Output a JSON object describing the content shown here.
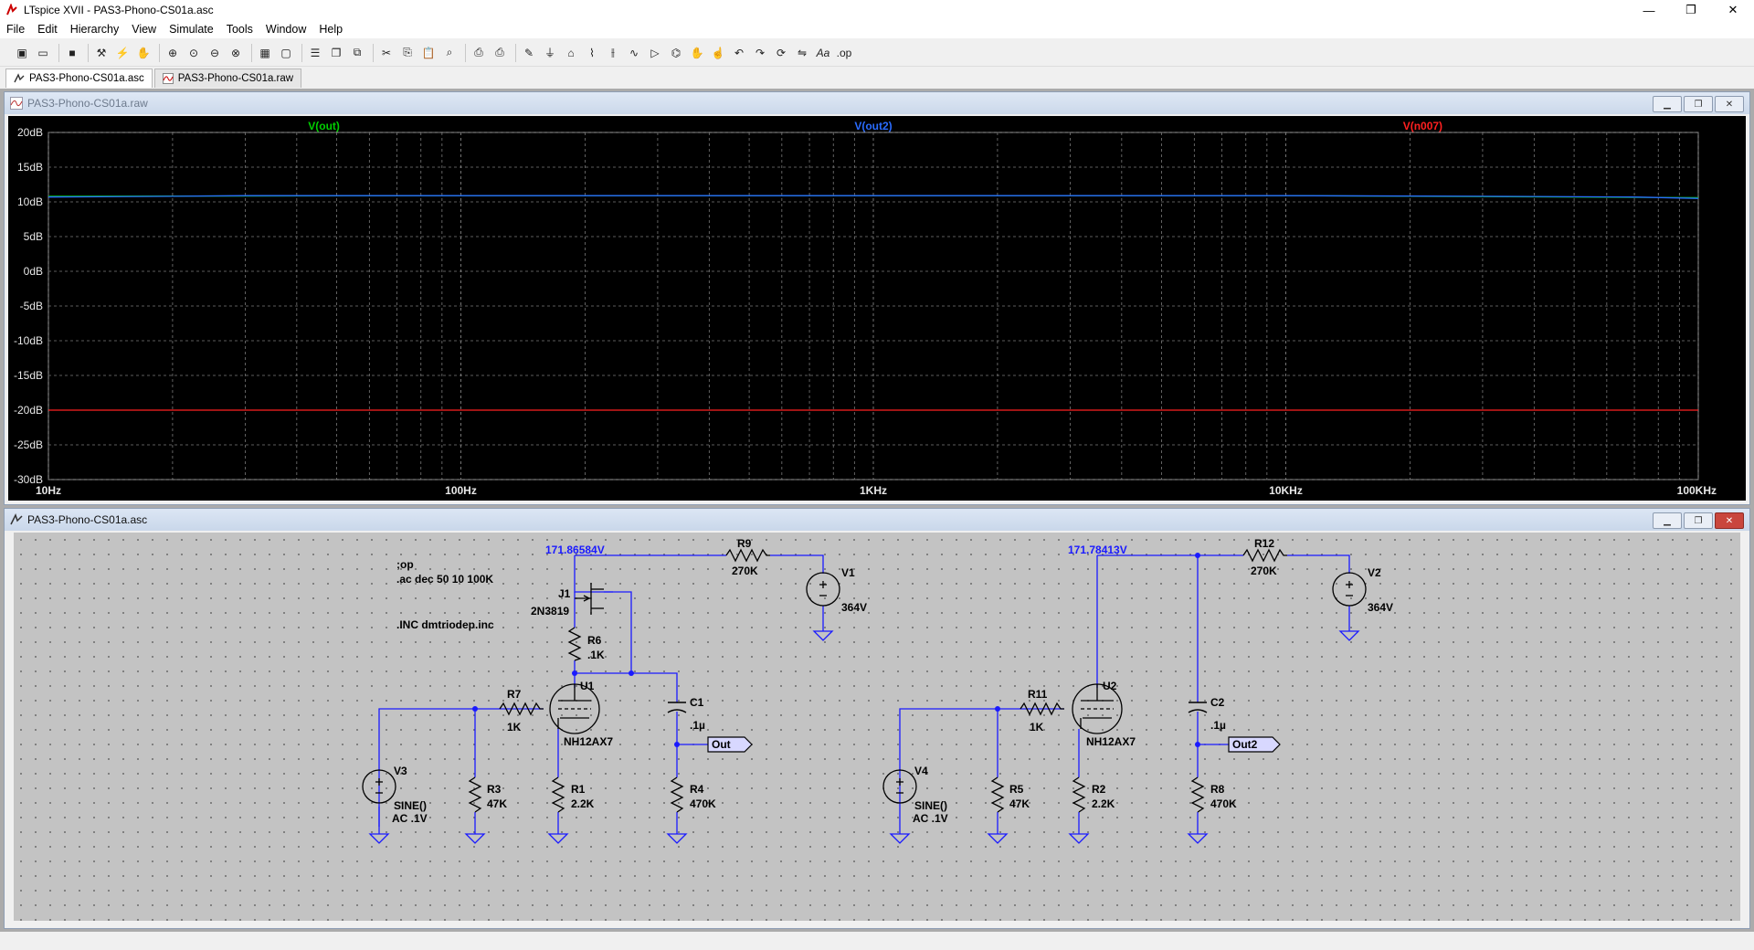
{
  "window": {
    "title": "LTspice XVII - PAS3-Phono-CS01a.asc",
    "controls": {
      "minimize": "—",
      "maximize": "❐",
      "close": "✕"
    }
  },
  "menu": [
    "File",
    "Edit",
    "Hierarchy",
    "View",
    "Simulate",
    "Tools",
    "Window",
    "Help"
  ],
  "toolbar": {
    "icons": [
      "new-schematic",
      "open",
      "save",
      "control-panel",
      "run",
      "halt",
      "zoom-in",
      "zoom-pan",
      "zoom-out",
      "zoom-fit",
      "autorange",
      "wire",
      "ground",
      "label",
      "component",
      "resistor",
      "capacitor",
      "inductor",
      "diode",
      "move",
      "drag",
      "undo",
      "redo",
      "rotate",
      "mirror",
      "text",
      "spice-directive"
    ]
  },
  "tabs": [
    {
      "label": "PAS3-Phono-CS01a.asc",
      "active": true
    },
    {
      "label": "PAS3-Phono-CS01a.raw",
      "active": false
    }
  ],
  "plot_window": {
    "title": "PAS3-Phono-CS01a.raw",
    "traces": [
      {
        "name": "V(out)",
        "color": "#00d000"
      },
      {
        "name": "V(out2)",
        "color": "#2a6cff"
      },
      {
        "name": "V(n007)",
        "color": "#ff2020"
      }
    ]
  },
  "schematic_window": {
    "title": "PAS3-Phono-CS01a.asc",
    "directives": [
      ";op",
      ".ac dec 50 10 100K",
      ".INC dmtriodep.inc"
    ],
    "node_voltages": [
      "171.86584V",
      "171.78413V"
    ],
    "components": {
      "R9": {
        "name": "R9",
        "value": "270K"
      },
      "V1": {
        "name": "V1",
        "value": "364V"
      },
      "J1": {
        "name": "J1",
        "value": "2N3819"
      },
      "R6": {
        "name": "R6",
        "value": ".1K"
      },
      "U1": {
        "name": "U1",
        "value": "NH12AX7"
      },
      "R7": {
        "name": "R7",
        "value": "1K"
      },
      "C1": {
        "name": "C1",
        "value": ".1µ"
      },
      "V3": {
        "name": "V3",
        "value1": "SINE()",
        "value2": "AC .1V"
      },
      "R3": {
        "name": "R3",
        "value": "47K"
      },
      "R1": {
        "name": "R1",
        "value": "2.2K"
      },
      "R4": {
        "name": "R4",
        "value": "470K"
      },
      "R12": {
        "name": "R12",
        "value": "270K"
      },
      "V2": {
        "name": "V2",
        "value": "364V"
      },
      "U2": {
        "name": "U2",
        "value": "NH12AX7"
      },
      "R11": {
        "name": "R11",
        "value": "1K"
      },
      "C2": {
        "name": "C2",
        "value": ".1µ"
      },
      "V4": {
        "name": "V4",
        "value1": "SINE()",
        "value2": "AC .1V"
      },
      "R5": {
        "name": "R5",
        "value": "47K"
      },
      "R2": {
        "name": "R2",
        "value": "2.2K"
      },
      "R8": {
        "name": "R8",
        "value": "470K"
      }
    },
    "net_labels": [
      "Out",
      "Out2"
    ]
  },
  "chart_data": {
    "type": "line",
    "title": "",
    "x_scale": "log",
    "xlim": [
      10,
      100000
    ],
    "x_ticks": [
      "10Hz",
      "100Hz",
      "1KHz",
      "10KHz",
      "100KHz"
    ],
    "y_ticks": [
      "20dB",
      "15dB",
      "10dB",
      "5dB",
      "0dB",
      "-5dB",
      "-10dB",
      "-15dB",
      "-20dB",
      "-25dB",
      "-30dB"
    ],
    "ylim": [
      -30,
      20
    ],
    "grid": true,
    "series": [
      {
        "name": "V(out)",
        "color": "#00d000",
        "x": [
          10,
          100,
          1000,
          10000,
          100000
        ],
        "y": [
          10.8,
          10.9,
          10.9,
          10.9,
          10.6
        ]
      },
      {
        "name": "V(out2)",
        "color": "#2a6cff",
        "x": [
          10,
          20,
          30,
          100,
          1000,
          10000,
          30000,
          70000,
          100000
        ],
        "y": [
          10.7,
          10.8,
          10.9,
          10.9,
          10.9,
          10.9,
          10.8,
          10.7,
          10.5
        ]
      },
      {
        "name": "V(n007)",
        "color": "#ff2020",
        "x": [
          10,
          100,
          1000,
          10000,
          100000
        ],
        "y": [
          -20,
          -20,
          -20,
          -20,
          -20
        ]
      }
    ]
  }
}
